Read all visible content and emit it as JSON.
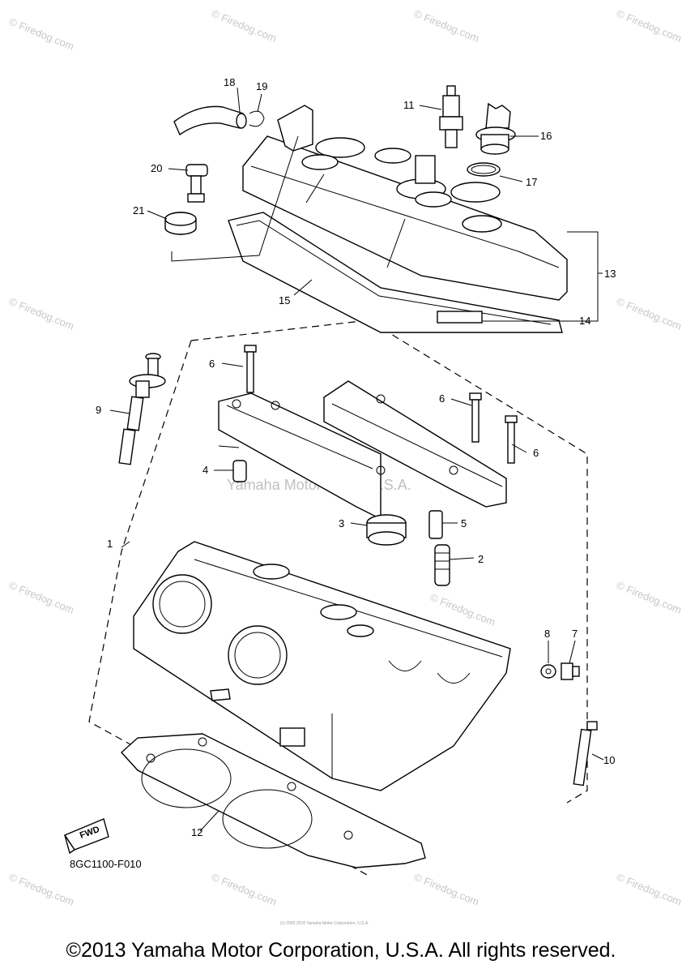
{
  "diagram": {
    "callouts": {
      "c1": "1",
      "c2": "2",
      "c3": "3",
      "c4": "4",
      "c5": "5",
      "c6a": "6",
      "c6b": "6",
      "c6c": "6",
      "c7": "7",
      "c8": "8",
      "c9": "9",
      "c10": "10",
      "c11": "11",
      "c12": "12",
      "c13": "13",
      "c14": "14",
      "c15": "15",
      "c16": "16",
      "c17": "17",
      "c18": "18",
      "c19": "19",
      "c20": "20",
      "c21": "21"
    },
    "fwd_label": "FWD",
    "diagram_code": "8GC1100-F010",
    "center_watermark": "Yamaha Motor Corp., U.S.A.",
    "firedog_watermark": "© Firedog.com",
    "fine_print": "(c) 2005-2016 Yamaha Motor Corporation, U.S.A."
  },
  "footer": {
    "copyright": "©2013 Yamaha Motor Corporation, U.S.A. All rights reserved."
  }
}
